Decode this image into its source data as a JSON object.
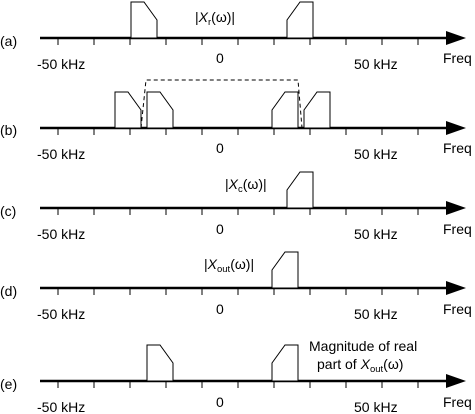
{
  "panels": [
    {
      "id": "a",
      "label": "(a)",
      "tick_left": "-50 kHz",
      "tick_zero": "0",
      "tick_right": "50 kHz",
      "axis_label": "Freq",
      "annotation": {
        "pre": "|",
        "var": "X",
        "sub": "r",
        "post": "(ω)|"
      }
    },
    {
      "id": "b",
      "label": "(b)",
      "tick_left": "-50 kHz",
      "tick_zero": "0",
      "tick_right": "50 kHz",
      "axis_label": "Freq",
      "annotation": null
    },
    {
      "id": "c",
      "label": "(c)",
      "tick_left": "-50 kHz",
      "tick_zero": "0",
      "tick_right": "50 kHz",
      "axis_label": "Freq",
      "annotation": {
        "pre": "|",
        "var": "X",
        "sub": "c",
        "post": "(ω)|"
      }
    },
    {
      "id": "d",
      "label": "(d)",
      "tick_left": "-50 kHz",
      "tick_zero": "0",
      "tick_right": "50 kHz",
      "axis_label": "Freq",
      "annotation": {
        "pre": "|",
        "var": "X",
        "sub": "out",
        "post": "(ω)|"
      }
    },
    {
      "id": "e",
      "label": "(e)",
      "tick_left": "-50 kHz",
      "tick_zero": "0",
      "tick_right": "50 kHz",
      "axis_label": "Freq",
      "annotation": {
        "line1": "Magnitude of real",
        "line2_pre": "part of ",
        "var": "X",
        "sub": "out",
        "post": "(ω)"
      }
    }
  ]
}
